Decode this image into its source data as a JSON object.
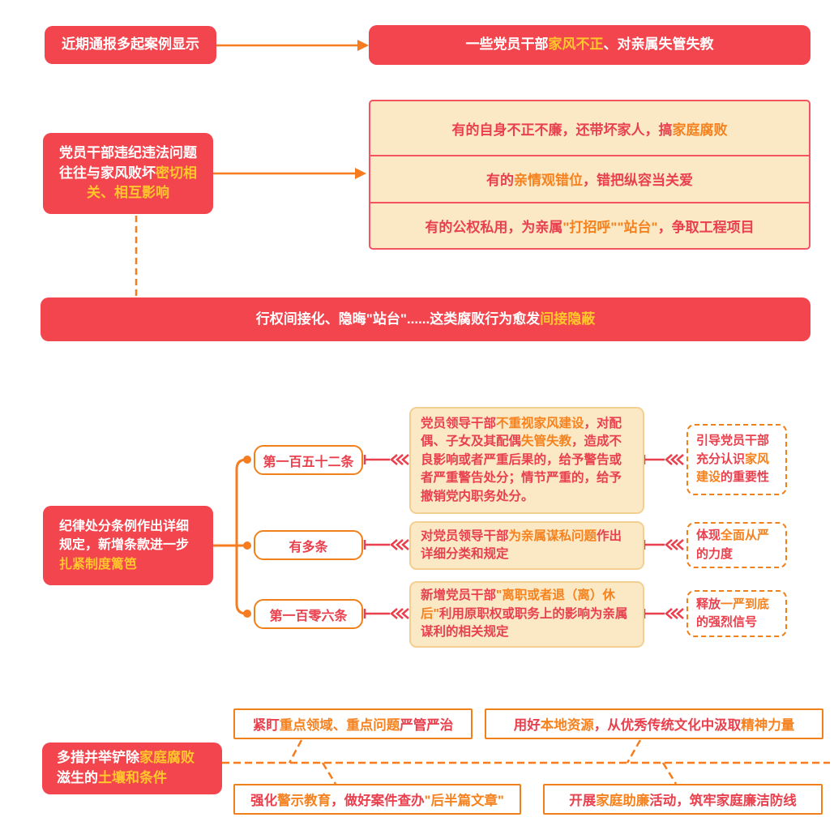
{
  "colors": {
    "box_red": "#f3454e",
    "accent_orange": "#f67c1f",
    "border_orange": "#f0801a",
    "highlight_yellow": "#ffc72c",
    "text_red": "#e9404e",
    "cream_bg": "#fbe9c5"
  },
  "section1": {
    "left": {
      "segments": [
        {
          "t": "近期通报多起案例显示",
          "c": "white"
        }
      ]
    },
    "right": {
      "segments": [
        {
          "t": "一些党员干部",
          "c": "white"
        },
        {
          "t": "家风不正",
          "c": "yellow"
        },
        {
          "t": "、对亲属失管失教",
          "c": "white"
        }
      ]
    }
  },
  "section2": {
    "left": {
      "segments": [
        {
          "t": "党员干部违纪违法问题往往与家风败坏",
          "c": "white"
        },
        {
          "t": "密切相关、相互影响",
          "c": "yellow"
        }
      ]
    },
    "rows": [
      {
        "segments": [
          {
            "t": "有的自身不正不廉，还带坏家人，搞",
            "c": "red"
          },
          {
            "t": "家庭腐败",
            "c": "orange"
          }
        ]
      },
      {
        "segments": [
          {
            "t": "有的",
            "c": "red"
          },
          {
            "t": "亲情观错位",
            "c": "orange"
          },
          {
            "t": "，错把纵容当关爱",
            "c": "red"
          }
        ]
      },
      {
        "segments": [
          {
            "t": "有的公权私用，为亲属",
            "c": "red"
          },
          {
            "t": "\"打招呼\"\"站台\"",
            "c": "orange"
          },
          {
            "t": "，争取工程项目",
            "c": "red"
          }
        ]
      }
    ],
    "banner": {
      "segments": [
        {
          "t": "行权间接化、隐晦\"站台\"......这类腐败行为愈发",
          "c": "white"
        },
        {
          "t": "间接隐蔽",
          "c": "yellow"
        }
      ]
    }
  },
  "section3": {
    "left": {
      "segments": [
        {
          "t": "纪律处分条例作出详细规定，新增条款进一步",
          "c": "white"
        },
        {
          "t": "扎紧制度篱笆",
          "c": "yellow"
        }
      ]
    },
    "rows": [
      {
        "article": "第一百五十二条",
        "body": {
          "segments": [
            {
              "t": "党员领导干部",
              "c": "red"
            },
            {
              "t": "不重视家风建设",
              "c": "orange"
            },
            {
              "t": "，对配偶、子女及其配偶",
              "c": "red"
            },
            {
              "t": "失管失教",
              "c": "orange"
            },
            {
              "t": "，造成不良影响或者严重后果的，给予警告或者严重警告处分；情节严重的，给予撤销党内职务处分。",
              "c": "red"
            }
          ]
        },
        "note": {
          "segments": [
            {
              "t": "引导党员干部充分认识",
              "c": "red"
            },
            {
              "t": "家风建设",
              "c": "orange"
            },
            {
              "t": "的重要性",
              "c": "red"
            }
          ]
        }
      },
      {
        "article": "有多条",
        "body": {
          "segments": [
            {
              "t": "对党员领导干部",
              "c": "red"
            },
            {
              "t": "为亲属谋私问题",
              "c": "orange"
            },
            {
              "t": "作出详细分类和规定",
              "c": "red"
            }
          ]
        },
        "note": {
          "segments": [
            {
              "t": "体现",
              "c": "red"
            },
            {
              "t": "全面从严",
              "c": "orange"
            },
            {
              "t": "的力度",
              "c": "red"
            }
          ]
        }
      },
      {
        "article": "第一百零六条",
        "body": {
          "segments": [
            {
              "t": "新增党员干部",
              "c": "red"
            },
            {
              "t": "\"离职或者退（离）休后\"",
              "c": "orange"
            },
            {
              "t": "利用原职权或职务上的影响为亲属谋利的相关规定",
              "c": "red"
            }
          ]
        },
        "note": {
          "segments": [
            {
              "t": "释放",
              "c": "red"
            },
            {
              "t": "一严到底",
              "c": "orange"
            },
            {
              "t": "的强烈信号",
              "c": "red"
            }
          ]
        }
      }
    ]
  },
  "section4": {
    "left": {
      "segments": [
        {
          "t": "多措并举铲除",
          "c": "white"
        },
        {
          "t": "家庭腐败",
          "c": "yellow"
        },
        {
          "t": "滋生的",
          "c": "white"
        },
        {
          "t": "土壤和条件",
          "c": "yellow"
        }
      ]
    },
    "boxes": [
      {
        "segments": [
          {
            "t": "紧盯",
            "c": "red"
          },
          {
            "t": "重点领域、重点问题",
            "c": "orange"
          },
          {
            "t": "严管严治",
            "c": "red"
          }
        ]
      },
      {
        "segments": [
          {
            "t": "用好",
            "c": "red"
          },
          {
            "t": "本地资源",
            "c": "orange"
          },
          {
            "t": "，从优秀传统文化中汲取",
            "c": "red"
          },
          {
            "t": "精神力量",
            "c": "orange"
          }
        ]
      },
      {
        "segments": [
          {
            "t": "强化",
            "c": "red"
          },
          {
            "t": "警示教育",
            "c": "orange"
          },
          {
            "t": "，做好案件查办",
            "c": "red"
          },
          {
            "t": "\"后半篇文章\"",
            "c": "orange"
          }
        ]
      },
      {
        "segments": [
          {
            "t": "开展",
            "c": "red"
          },
          {
            "t": "家庭助廉",
            "c": "orange"
          },
          {
            "t": "活动，筑牢家庭廉洁防线",
            "c": "red"
          }
        ]
      }
    ]
  }
}
